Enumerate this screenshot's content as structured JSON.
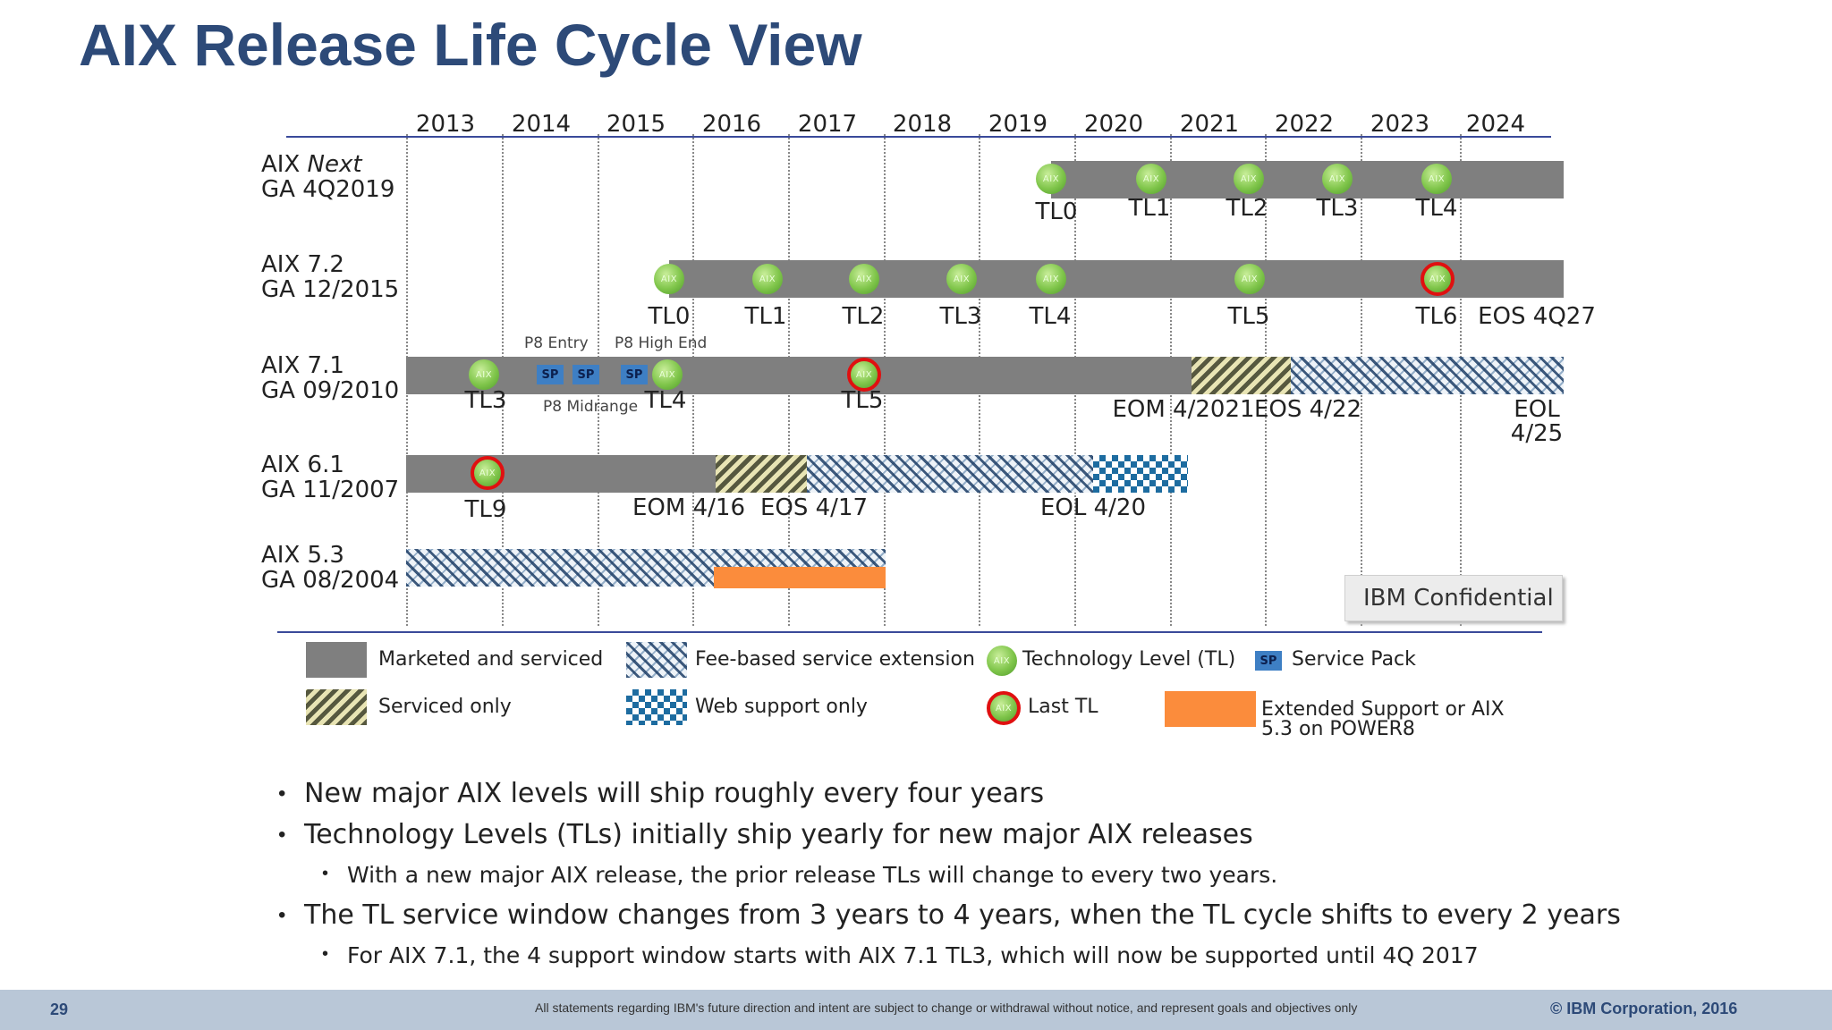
{
  "title": "AIX Release Life Cycle View",
  "years": [
    "2013",
    "2014",
    "2015",
    "2016",
    "2017",
    "2018",
    "2019",
    "2020",
    "2021",
    "2022",
    "2023",
    "2024"
  ],
  "rows": {
    "next": {
      "name_prefix": "AIX ",
      "name_italic": "Next",
      "ga": "GA 4Q2019"
    },
    "r72": {
      "name": "AIX 7.2",
      "ga": "GA 12/2015"
    },
    "r71": {
      "name": "AIX 7.1",
      "ga": "GA 09/2010"
    },
    "r61": {
      "name": "AIX 6.1",
      "ga": "GA 11/2007"
    },
    "r53": {
      "name": "AIX 5.3",
      "ga": "GA 08/2004"
    }
  },
  "icons": {
    "aix_label": "AIX",
    "sp_label": "SP"
  },
  "labels": {
    "next": [
      "TL0",
      "TL1",
      "TL2",
      "TL3",
      "TL4"
    ],
    "r72": [
      "TL0",
      "TL1",
      "TL2",
      "TL3",
      "TL4",
      "TL5",
      "TL6"
    ],
    "r72_eos": "EOS 4Q27",
    "r71_tl3": "TL3",
    "r71_tl4": "TL4",
    "r71_tl5": "TL5",
    "r71_eom": "EOM 4/2021",
    "r71_eos": "EOS 4/22",
    "r71_eol_1": "EOL",
    "r71_eol_2": "4/25",
    "p8_entry": "P8 Entry",
    "p8_high_end": "P8 High End",
    "p8_midrange": "P8 Midrange",
    "r61_tl9": "TL9",
    "r61_eom": "EOM 4/16",
    "r61_eos": "EOS 4/17",
    "r61_eol": "EOL 4/20"
  },
  "confidential": "IBM Confidential",
  "legend": {
    "marketed": "Marketed and serviced",
    "serviced_only": "Serviced only",
    "fee_based": "Fee-based service extension",
    "web_only": "Web support only",
    "tech_level": "Technology Level (TL)",
    "last_tl": "Last TL",
    "service_pack": "Service Pack",
    "extended_1": "Extended Support or AIX",
    "extended_2": "5.3 on POWER8"
  },
  "bullets": [
    "New major AIX levels will ship roughly every four years",
    "Technology Levels (TLs) initially ship yearly for new major AIX releases",
    "With a new major AIX release, the prior release TLs will change to every two years.",
    "The TL service window changes from 3 years to 4 years, when the TL cycle shifts to every 2 years",
    "For AIX 7.1, the 4 support window starts with AIX 7.1 TL3, which will now be supported until 4Q 2017"
  ],
  "footer": {
    "page": "29",
    "disclaimer": "All statements regarding IBM's future direction and intent are subject to change or withdrawal without notice, and represent goals and objectives only",
    "copyright": "© IBM Corporation, 2016"
  },
  "colors": {
    "title": "#2d4a78",
    "marketed": "#7f7f7f",
    "extended": "#fb8c3c",
    "last_tl_ring": "#e01010",
    "sp": "#3e7fc4",
    "footer_bg": "#b9c7d7"
  }
}
